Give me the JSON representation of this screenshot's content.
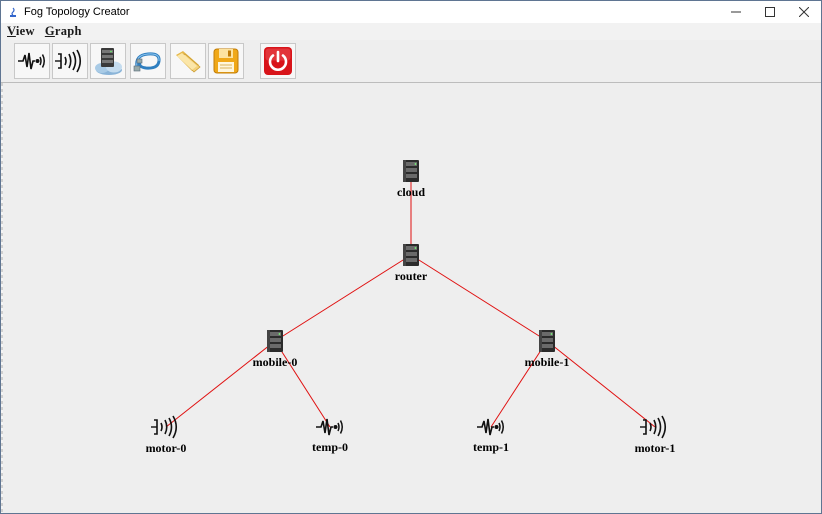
{
  "window": {
    "title": "Fog Topology Creator"
  },
  "menu": {
    "items": [
      "View",
      "Graph"
    ]
  },
  "toolbar": {
    "buttons": [
      "sensor-icon",
      "actuator-icon",
      "fog-device-icon",
      "link-icon",
      "open-folder-icon",
      "save-icon",
      "power-icon"
    ]
  },
  "graph": {
    "nodes": {
      "cloud": {
        "label": "cloud",
        "type": "fog-device"
      },
      "router": {
        "label": "router",
        "type": "fog-device"
      },
      "mobile0": {
        "label": "mobile-0",
        "type": "fog-device"
      },
      "mobile1": {
        "label": "mobile-1",
        "type": "fog-device"
      },
      "motor0": {
        "label": "motor-0",
        "type": "actuator"
      },
      "temp0": {
        "label": "temp-0",
        "type": "sensor"
      },
      "temp1": {
        "label": "temp-1",
        "type": "sensor"
      },
      "motor1": {
        "label": "motor-1",
        "type": "actuator"
      }
    },
    "edges": [
      [
        "cloud",
        "router"
      ],
      [
        "router",
        "mobile0"
      ],
      [
        "router",
        "mobile1"
      ],
      [
        "mobile0",
        "motor0"
      ],
      [
        "mobile0",
        "temp0"
      ],
      [
        "mobile1",
        "temp1"
      ],
      [
        "mobile1",
        "motor1"
      ]
    ],
    "edge_color": "#e01010"
  }
}
